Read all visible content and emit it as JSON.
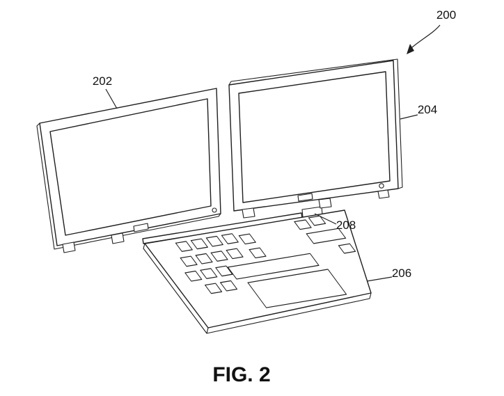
{
  "figure": {
    "caption": "FIG. 2",
    "ink_color": "#1f1f1f",
    "paper_color": "#ffffff"
  },
  "labels": {
    "assembly": "200",
    "left_display": "202",
    "right_display": "204",
    "base": "206",
    "hinge": "208"
  }
}
